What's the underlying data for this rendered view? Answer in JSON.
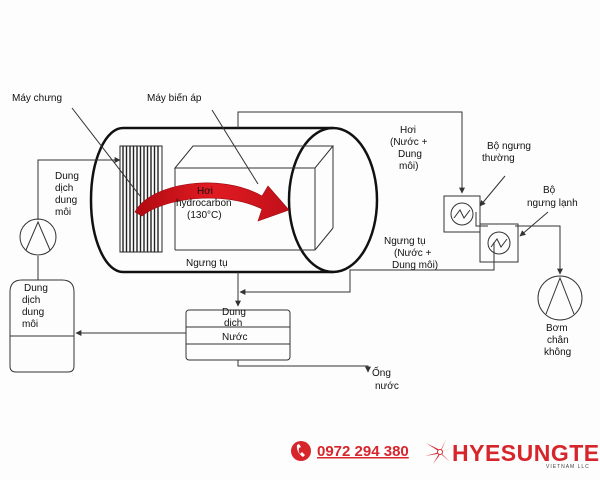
{
  "labels": {
    "may_chung": "Máy chưng",
    "may_bien_ap": "Máy biến áp",
    "hoi_nuoc_dung_moi": [
      "Hơi",
      "(Nước +",
      "Dung",
      "môi)"
    ],
    "bo_ngung_thuong": [
      "Bộ ngưng",
      "thường"
    ],
    "bo_ngung_lanh": [
      "Bộ",
      "ngưng lạnh"
    ],
    "dung_dich_dung_moi_left": [
      "Dung",
      "dịch",
      "dung",
      "môi"
    ],
    "hoi_hydrocarbon": [
      "Hơi",
      "hydrocarbon",
      "(130°C)"
    ],
    "ngung_tu_bottom": "Ngưng tụ",
    "ngung_tu_right": [
      "Ngưng tụ",
      "(Nước +",
      "Dung môi)"
    ],
    "tank_dung_dich_dung_moi": [
      "Dung",
      "dịch",
      "dung",
      "môi"
    ],
    "separator_dung_dich": [
      "Dung",
      "dịch"
    ],
    "separator_nuoc": "Nước",
    "bom_chan_khong": [
      "Bơm",
      "chân",
      "không"
    ],
    "ong_nuoc": [
      "Ống",
      "nước"
    ]
  },
  "footer": {
    "phone": "0972 294 380",
    "brand": "HYESUNGTECH",
    "brand_sub": "VIETNAM LLC"
  },
  "colors": {
    "brand_red": "#d6262c",
    "arrow_red": "#d4141c"
  },
  "icons": {
    "phone": "phone-icon",
    "logo": "hyesung-logo-icon"
  }
}
